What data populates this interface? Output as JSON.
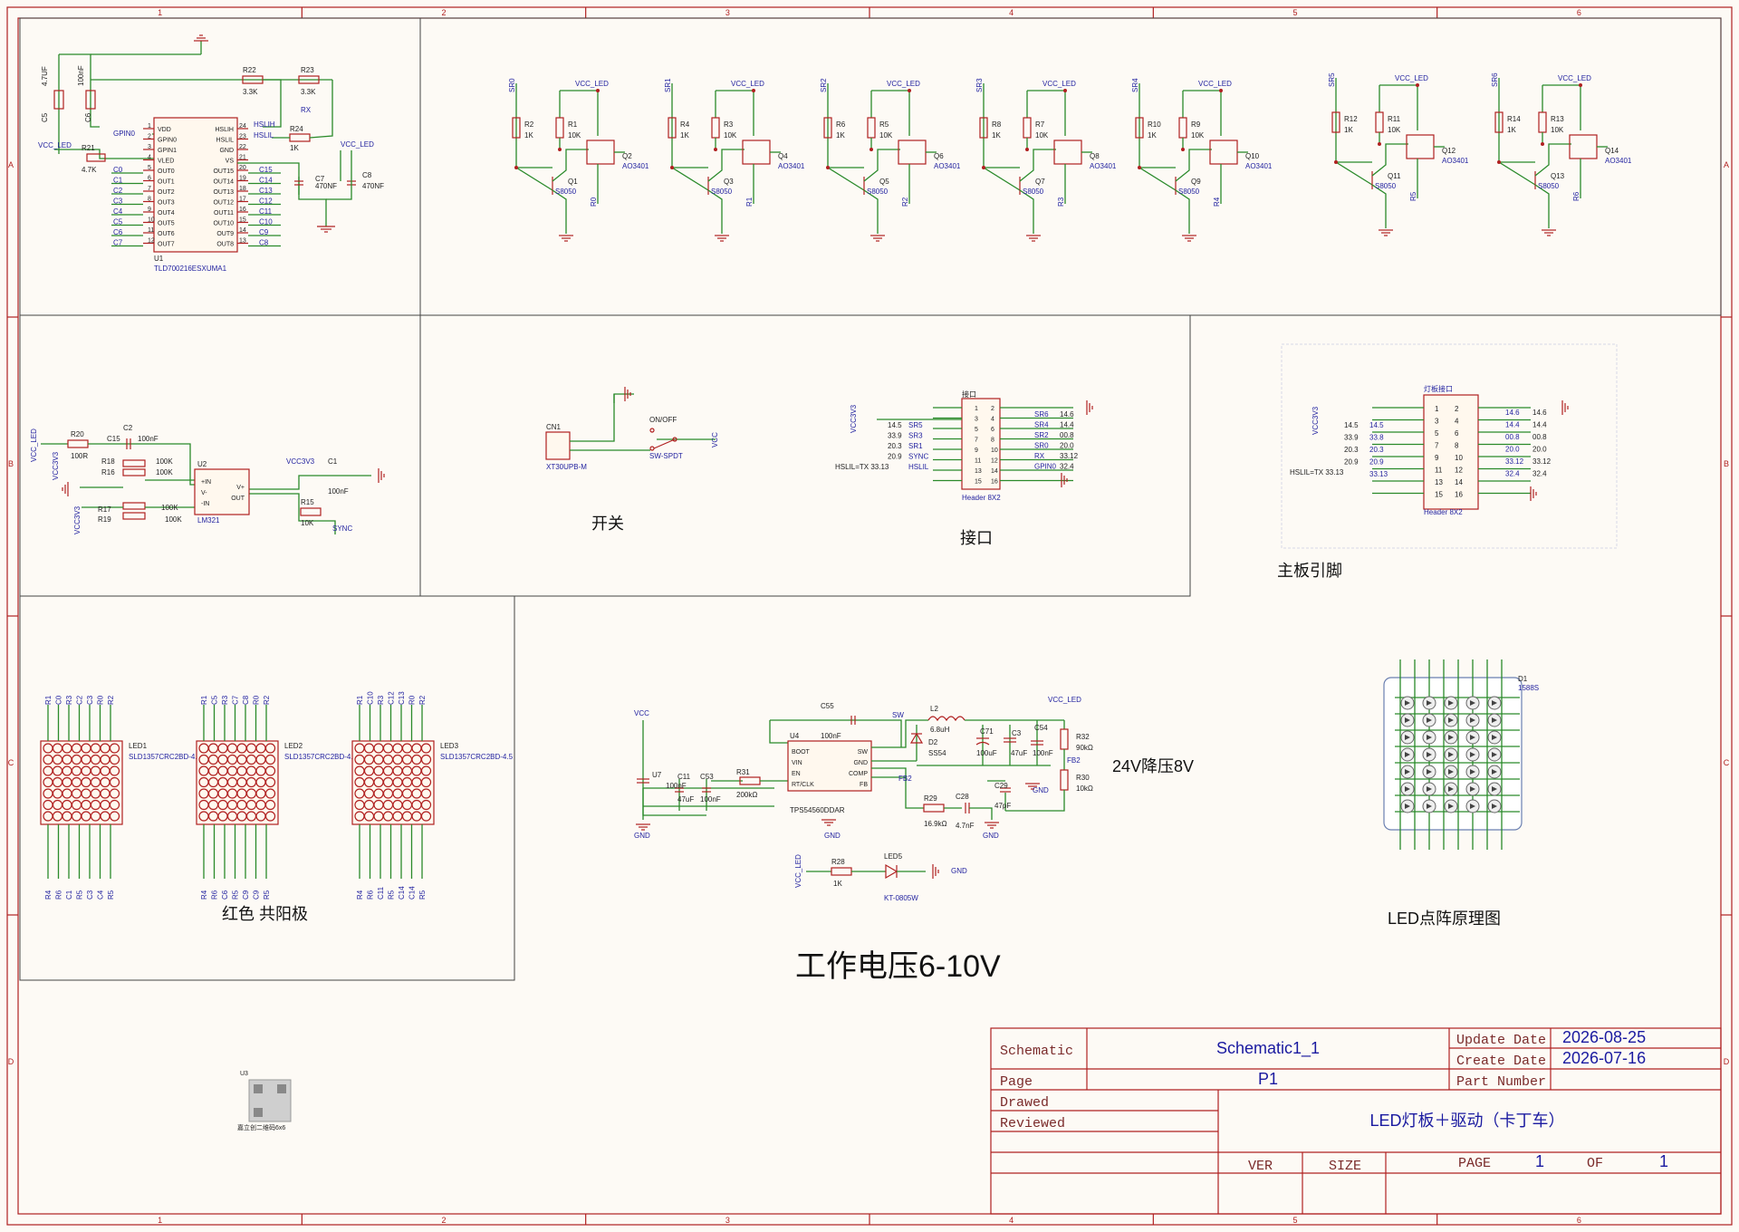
{
  "frame": {
    "col_markers": [
      "1",
      "2",
      "3",
      "4",
      "5",
      "6"
    ],
    "row_markers": [
      "A",
      "B",
      "C",
      "D"
    ]
  },
  "driver": {
    "labels": [
      "VCC_LED",
      "R21",
      "4.7K",
      "C5",
      "4.7UF",
      "C6",
      "100nF",
      "R22",
      "3.3K",
      "R23",
      "3.3K",
      "R24",
      "1K",
      "RX",
      "C7",
      "470NF",
      "C8",
      "470NF",
      "VCC_LED",
      "GPIN0",
      "U1",
      "TLD700216ESXUMA1"
    ],
    "left_pins": [
      "VDD",
      "GPIN0",
      "GPIN1",
      "VLED",
      "OUT0",
      "OUT1",
      "OUT2",
      "OUT3",
      "OUT4",
      "OUT5",
      "OUT6",
      "OUT7"
    ],
    "right_pins": [
      "HSLIH",
      "HSLIL",
      "GND",
      "VS",
      "OUT15",
      "OUT14",
      "OUT13",
      "OUT12",
      "OUT11",
      "OUT10",
      "OUT9",
      "OUT8"
    ],
    "left_nets": [
      "C0",
      "C1",
      "C2",
      "C3",
      "C4",
      "C5",
      "C6",
      "C7"
    ],
    "right_nets": [
      "HSLIH",
      "HSLIL",
      "C15",
      "C14",
      "C13",
      "C12",
      "C11",
      "C10",
      "C9",
      "C8"
    ]
  },
  "transistor_stages": [
    {
      "sr": "SR0",
      "rb": "R2",
      "rb_val": "1K",
      "rp": "R1",
      "rp_val": "10K",
      "q": "Q1",
      "qt": "S8050",
      "m": "Q2",
      "mt": "AO3401",
      "out": "R0",
      "vcc": "VCC_LED"
    },
    {
      "sr": "SR1",
      "rb": "R4",
      "rb_val": "1K",
      "rp": "R3",
      "rp_val": "10K",
      "q": "Q3",
      "qt": "S8050",
      "m": "Q4",
      "mt": "AO3401",
      "out": "R1",
      "vcc": "VCC_LED"
    },
    {
      "sr": "SR2",
      "rb": "R6",
      "rb_val": "1K",
      "rp": "R5",
      "rp_val": "10K",
      "q": "Q5",
      "qt": "S8050",
      "m": "Q6",
      "mt": "AO3401",
      "out": "R2",
      "vcc": "VCC_LED"
    },
    {
      "sr": "SR3",
      "rb": "R8",
      "rb_val": "1K",
      "rp": "R7",
      "rp_val": "10K",
      "q": "Q7",
      "qt": "S8050",
      "m": "Q8",
      "mt": "AO3401",
      "out": "R3",
      "vcc": "VCC_LED"
    },
    {
      "sr": "SR4",
      "rb": "R10",
      "rb_val": "1K",
      "rp": "R9",
      "rp_val": "10K",
      "q": "Q9",
      "qt": "S8050",
      "m": "Q10",
      "mt": "AO3401",
      "out": "R4",
      "vcc": "VCC_LED"
    },
    {
      "sr": "SR5",
      "rb": "R12",
      "rb_val": "1K",
      "rp": "R11",
      "rp_val": "10K",
      "q": "Q11",
      "qt": "S8050",
      "m": "Q12",
      "mt": "AO3401",
      "out": "R5",
      "vcc": "VCC_LED"
    },
    {
      "sr": "SR6",
      "rb": "R14",
      "rb_val": "1K",
      "rp": "R13",
      "rp_val": "10K",
      "q": "Q13",
      "qt": "S8050",
      "m": "Q14",
      "mt": "AO3401",
      "out": "R6",
      "vcc": "VCC_LED"
    }
  ],
  "comparator": {
    "labels": [
      "VCC_LED",
      "VCC3V3",
      "VCC3V3",
      "R20",
      "100R",
      "C15",
      "C2",
      "100nF",
      "R18",
      "R16",
      "100K",
      "100K",
      "R17",
      "R19",
      "100K",
      "100K",
      "U2",
      "LM321",
      "VCC3V3",
      "C1",
      "100nF",
      "R15",
      "10K",
      "SYNC"
    ],
    "pins": [
      "+IN",
      "V-",
      "-IN",
      "V+",
      "OUT"
    ]
  },
  "switch": {
    "labels": [
      "CN1",
      "XT30UPB-M",
      "ON/OFF",
      "SW-SPDT",
      "VCC"
    ],
    "caption": "开关"
  },
  "interface": {
    "title": "接口",
    "part": "Header 8X2",
    "left_nets": [
      "SR5",
      "SR3",
      "SR1",
      "SYNC",
      "HSLIL"
    ],
    "right_nets": [
      "SR6",
      "SR4",
      "SR2",
      "SR0",
      "RX",
      "GPIN0"
    ],
    "left_vals": [
      "14.5",
      "33.9",
      "20.3",
      "20.9"
    ],
    "right_vals": [
      "14.6",
      "14.4",
      "00.8",
      "20.0",
      "33.12",
      "32.4"
    ],
    "note": "HSLIL=TX 33.13",
    "vcc": "VCC3V3",
    "caption": "接口"
  },
  "mainboard": {
    "title": "灯板接口",
    "part": "Header 8X2",
    "vcc": "VCC3V3",
    "left_vals": [
      "14.5",
      "33.9",
      "20.3",
      "20.9"
    ],
    "left_vals2": [
      "14.5",
      "33.8",
      "20.3",
      "20.9"
    ],
    "right_vals": [
      "14.6",
      "14.4",
      "00.8",
      "20.0",
      "33.12",
      "32.4"
    ],
    "right_vals2": [
      "14.6",
      "14.4",
      "00.8",
      "20.0",
      "33.12",
      "32.4"
    ],
    "note": "HSLIL=TX 33.13",
    "note_val": "33.13",
    "pins_left": [
      "1",
      "3",
      "5",
      "7",
      "9",
      "11",
      "13",
      "15"
    ],
    "pins_right": [
      "2",
      "4",
      "6",
      "8",
      "10",
      "12",
      "14",
      "16"
    ],
    "caption": "主板引脚"
  },
  "leds": {
    "parts": [
      {
        "ref": "LED1",
        "type": "SLD1357CRC2BD-4.5",
        "top": [
          "R1",
          "C0",
          "R3",
          "C2",
          "C3",
          "R0",
          "R2"
        ],
        "bottom": [
          "R4",
          "R6",
          "C1",
          "R5",
          "C3",
          "C4",
          "R5"
        ]
      },
      {
        "ref": "LED2",
        "type": "SLD1357CRC2BD-4.5",
        "top": [
          "R1",
          "C5",
          "R3",
          "C7",
          "C8",
          "R0",
          "R2"
        ],
        "bottom": [
          "R4",
          "R6",
          "C6",
          "R5",
          "C9",
          "C9",
          "R5"
        ]
      },
      {
        "ref": "LED3",
        "type": "SLD1357CRC2BD-4.5",
        "top": [
          "R1",
          "C10",
          "R3",
          "C12",
          "C13",
          "R0",
          "R2"
        ],
        "bottom": [
          "R4",
          "R6",
          "C11",
          "R5",
          "C14",
          "C14",
          "R5"
        ]
      }
    ],
    "caption": "红色 共阳极"
  },
  "buck": {
    "labels": [
      "VCC",
      "U7",
      "100nF",
      "C11",
      "47uF",
      "C53",
      "100nF",
      "R31",
      "200kΩ",
      "C55",
      "100nF",
      "U4",
      "TPS54560DDAR",
      "SW",
      "L2",
      "6.8uH",
      "D2",
      "SS54",
      "C71",
      "100uF",
      "C3",
      "47uF",
      "C54",
      "100nF",
      "VCC_LED",
      "R32",
      "90kΩ",
      "FB2",
      "R30",
      "10kΩ",
      "FB2",
      "R29",
      "16.9kΩ",
      "C28",
      "4.7nF",
      "C29",
      "47pF",
      "GND",
      "GND",
      "GND",
      "GND"
    ],
    "pins": [
      "BOOT",
      "VIN",
      "EN",
      "RT/CLK",
      "SW",
      "GND",
      "COMP",
      "FB"
    ],
    "caption": "24V降压8V"
  },
  "indicator": {
    "labels": [
      "VCC_LED",
      "R28",
      "1K",
      "LED5",
      "KT-0805W",
      "GND"
    ]
  },
  "matrix": {
    "ref": "D1",
    "type": "1588S",
    "caption": "LED点阵原理图"
  },
  "voltage_note": "工作电压6-10V",
  "u3": {
    "ref": "U3",
    "label": "嘉立创二维码6x6"
  },
  "title_block": {
    "schematic_label": "Schematic",
    "schematic_value": "Schematic1_1",
    "update_label": "Update Date",
    "update_value": "2026-08-25",
    "create_label": "Create Date",
    "create_value": "2026-07-16",
    "page_label": "Page",
    "page_value": "P1",
    "part_number_label": "Part Number",
    "drawed_label": "Drawed",
    "reviewed_label": "Reviewed",
    "board_title": "LED灯板＋驱动（卡丁车）",
    "ver_label": "VER",
    "size_label": "SIZE",
    "page2_label": "PAGE",
    "page_num": "1",
    "of_label": "OF",
    "of_num": "1"
  },
  "colors": {
    "frame": "#b02020",
    "wire": "#2a8a2a",
    "net": "#2323a0",
    "paper": "#fdfaf5"
  }
}
